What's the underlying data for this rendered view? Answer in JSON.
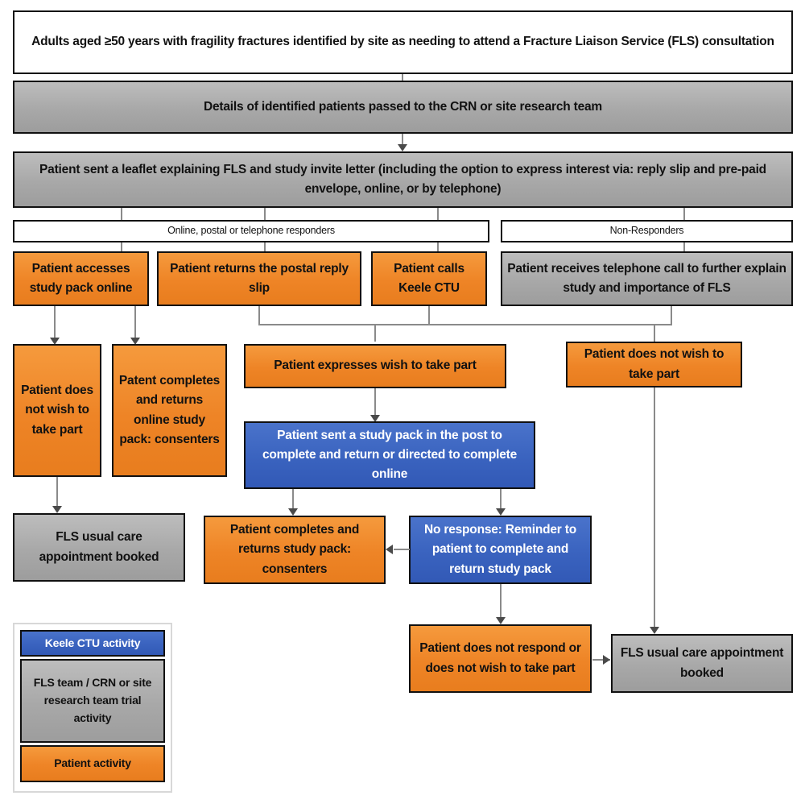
{
  "diagram": {
    "title": "FLS fragility fracture study recruitment flowchart",
    "colors": {
      "patient_activity": "#EE8426",
      "keele_ctu_activity": "#3A63BF",
      "fls_team_activity": "#A8A8A8",
      "plain": "#FFFFFF",
      "border": "#111111",
      "connector": "#8A8A8A"
    },
    "nodes": {
      "eligible": "Adults aged ≥50 years with fragility fractures identified by site as needing to attend a Fracture Liaison Service (FLS) consultation",
      "details_passed": "Details of identified patients passed to the CRN or site research team",
      "leaflet_sent": "Patient sent a leaflet explaining FLS and study invite letter (including the option to express interest via: reply slip and pre-paid envelope, online, or by telephone)",
      "responders_label": "Online, postal or telephone responders",
      "non_responders_label": "Non-Responders",
      "accesses_online": "Patient accesses study pack online",
      "returns_reply_slip": "Patient returns the postal reply slip",
      "calls_ctu": "Patient calls Keele CTU",
      "receives_call": "Patient receives telephone call to further explain study and importance of FLS",
      "declines_left": "Patient does not wish to take part",
      "completes_online_pack": "Patent completes and returns online study pack: consenters",
      "expresses_wish": "Patient expresses wish to take part",
      "declines_right": "Patient does not wish to take part",
      "study_pack_posted": "Patient sent a study pack in the post to complete and return or directed to complete online",
      "fls_booked_left": "FLS usual care appointment booked",
      "completes_pack": "Patient completes and returns study pack: consenters",
      "reminder": "No response: Reminder to patient to complete and return study pack",
      "no_response_decline": "Patient does not respond or does not wish to take part",
      "fls_booked_right": "FLS usual care appointment booked"
    },
    "legend": {
      "items": [
        {
          "label": "Keele CTU activity",
          "color": "#3A63BF"
        },
        {
          "label": "FLS team / CRN or site research team trial activity",
          "color": "#A8A8A8"
        },
        {
          "label": "Patient activity",
          "color": "#EE8426"
        }
      ]
    }
  }
}
